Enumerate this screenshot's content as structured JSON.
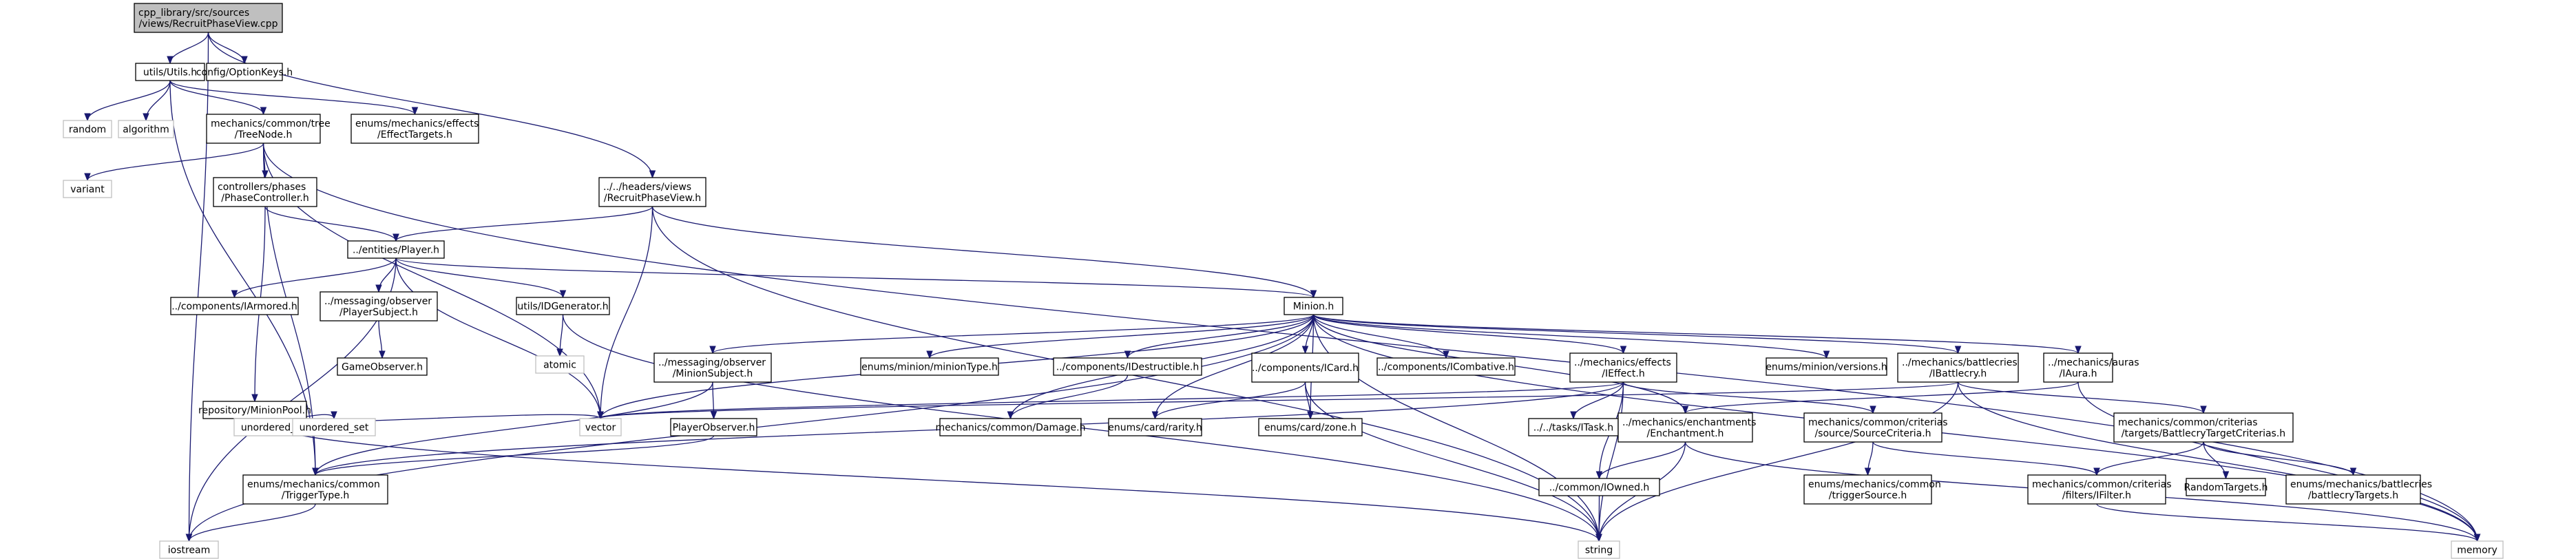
{
  "nodes": [
    {
      "id": "root",
      "lines": [
        "cpp_library/src/sources",
        "/views/RecruitPhaseView.cpp"
      ],
      "kind": "root"
    },
    {
      "id": "utils",
      "lines": [
        "utils/Utils.h"
      ],
      "kind": "int"
    },
    {
      "id": "configopt",
      "lines": [
        "config/OptionKeys.h"
      ],
      "kind": "int"
    },
    {
      "id": "random",
      "lines": [
        "random"
      ],
      "kind": "ext"
    },
    {
      "id": "algorithm",
      "lines": [
        "algorithm"
      ],
      "kind": "ext"
    },
    {
      "id": "treenode",
      "lines": [
        "mechanics/common/tree",
        "/TreeNode.h"
      ],
      "kind": "int"
    },
    {
      "id": "effecttargets",
      "lines": [
        "enums/mechanics/effects",
        "/EffectTargets.h"
      ],
      "kind": "int"
    },
    {
      "id": "variant",
      "lines": [
        "variant"
      ],
      "kind": "ext"
    },
    {
      "id": "phasecontroller",
      "lines": [
        "controllers/phases",
        "/PhaseController.h"
      ],
      "kind": "int"
    },
    {
      "id": "recruitview",
      "lines": [
        "../../headers/views",
        "/RecruitPhaseView.h"
      ],
      "kind": "int"
    },
    {
      "id": "player",
      "lines": [
        "../entities/Player.h"
      ],
      "kind": "int"
    },
    {
      "id": "iarmored",
      "lines": [
        "../components/IArmored.h"
      ],
      "kind": "int"
    },
    {
      "id": "playersubject",
      "lines": [
        "../messaging/observer",
        "/PlayerSubject.h"
      ],
      "kind": "int"
    },
    {
      "id": "idgenerator",
      "lines": [
        "utils/IDGenerator.h"
      ],
      "kind": "int"
    },
    {
      "id": "gameobserver",
      "lines": [
        "GameObserver.h"
      ],
      "kind": "int"
    },
    {
      "id": "atomic",
      "lines": [
        "atomic"
      ],
      "kind": "ext"
    },
    {
      "id": "minion",
      "lines": [
        "Minion.h"
      ],
      "kind": "int"
    },
    {
      "id": "minionpool",
      "lines": [
        "repository/MinionPool.h"
      ],
      "kind": "int"
    },
    {
      "id": "unordered_map",
      "lines": [
        "unordered_map"
      ],
      "kind": "ext"
    },
    {
      "id": "unordered_set",
      "lines": [
        "unordered_set"
      ],
      "kind": "ext"
    },
    {
      "id": "vector",
      "lines": [
        "vector"
      ],
      "kind": "ext"
    },
    {
      "id": "minionsubject",
      "lines": [
        "../messaging/observer",
        "/MinionSubject.h"
      ],
      "kind": "int"
    },
    {
      "id": "playerobserver",
      "lines": [
        "PlayerObserver.h"
      ],
      "kind": "int"
    },
    {
      "id": "triggertype",
      "lines": [
        "enums/mechanics/common",
        "/TriggerType.h"
      ],
      "kind": "int"
    },
    {
      "id": "iostream",
      "lines": [
        "iostream"
      ],
      "kind": "ext"
    },
    {
      "id": "miniontype",
      "lines": [
        "enums/minion/minionType.h"
      ],
      "kind": "int"
    },
    {
      "id": "idestructible",
      "lines": [
        "../components/IDestructible.h"
      ],
      "kind": "int"
    },
    {
      "id": "damage",
      "lines": [
        "mechanics/common/Damage.h"
      ],
      "kind": "int"
    },
    {
      "id": "icard",
      "lines": [
        "../components/ICard.h"
      ],
      "kind": "int"
    },
    {
      "id": "cardrarity",
      "lines": [
        "enums/card/rarity.h"
      ],
      "kind": "int"
    },
    {
      "id": "icombative",
      "lines": [
        "../components/ICombative.h"
      ],
      "kind": "int"
    },
    {
      "id": "ieffect",
      "lines": [
        "../mechanics/effects",
        "/IEffect.h"
      ],
      "kind": "int"
    },
    {
      "id": "cardzone",
      "lines": [
        "enums/card/zone.h"
      ],
      "kind": "int"
    },
    {
      "id": "itask",
      "lines": [
        "../../tasks/ITask.h"
      ],
      "kind": "int"
    },
    {
      "id": "enchantment",
      "lines": [
        "../mechanics/enchantments",
        "/Enchantment.h"
      ],
      "kind": "int"
    },
    {
      "id": "iowned",
      "lines": [
        "../common/IOwned.h"
      ],
      "kind": "int"
    },
    {
      "id": "string",
      "lines": [
        "string"
      ],
      "kind": "ext"
    },
    {
      "id": "versions",
      "lines": [
        "enums/minion/versions.h"
      ],
      "kind": "int"
    },
    {
      "id": "sourcecriteria",
      "lines": [
        "mechanics/common/criterias",
        "/source/SourceCriteria.h"
      ],
      "kind": "int"
    },
    {
      "id": "triggersource",
      "lines": [
        "enums/mechanics/common",
        "/triggerSource.h"
      ],
      "kind": "int"
    },
    {
      "id": "ibattlecry",
      "lines": [
        "../mechanics/battlecries",
        "/IBattlecry.h"
      ],
      "kind": "int"
    },
    {
      "id": "iaura",
      "lines": [
        "../mechanics/auras",
        "/IAura.h"
      ],
      "kind": "int"
    },
    {
      "id": "battlecrytargetcriteria",
      "lines": [
        "mechanics/common/criterias",
        "/targets/BattlecryTargetCriterias.h"
      ],
      "kind": "int"
    },
    {
      "id": "ifilter",
      "lines": [
        "mechanics/common/criterias",
        "/filters/IFilter.h"
      ],
      "kind": "int"
    },
    {
      "id": "randomtargets",
      "lines": [
        "RandomTargets.h"
      ],
      "kind": "int"
    },
    {
      "id": "battlecrytargets",
      "lines": [
        "enums/mechanics/battlecries",
        "/battlecryTargets.h"
      ],
      "kind": "int"
    },
    {
      "id": "memory",
      "lines": [
        "memory"
      ],
      "kind": "ext"
    }
  ]
}
